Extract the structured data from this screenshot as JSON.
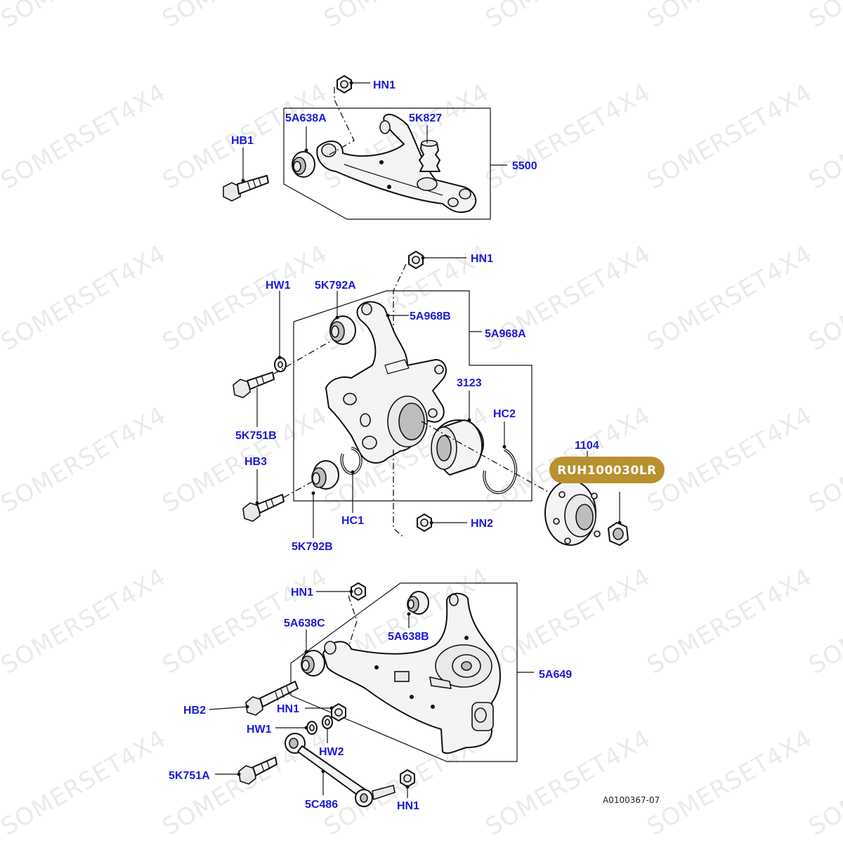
{
  "watermark": "SOMERSET4X4",
  "diagram_code": "A0100367-07",
  "highlight": {
    "part_number": "RUH100030LR",
    "color": "#b8912f"
  },
  "label_color": "#1a1ad6",
  "labels": {
    "hn1_top": "HN1",
    "a5a638a": "5A638A",
    "k5k827": "5K827",
    "hb1": "HB1",
    "p5500": "5500",
    "hn1_mid": "HN1",
    "hw1_mid": "HW1",
    "k5k792a": "5K792A",
    "a5a968b": "5A968B",
    "a5a968a": "5A968A",
    "p3123": "3123",
    "hc2": "HC2",
    "k5k751b": "5K751B",
    "p1104": "1104",
    "hb3": "HB3",
    "hc1": "HC1",
    "hn2": "HN2",
    "k5k792b": "5K792B",
    "hn1_low": "HN1",
    "a5a638c": "5A638C",
    "a5a638b": "5A638B",
    "a5a649": "5A649",
    "hb2": "HB2",
    "hn1_low2": "HN1",
    "hw1_low": "HW1",
    "hw2": "HW2",
    "k5k751a": "5K751A",
    "c5c486": "5C486",
    "hn1_bottom": "HN1"
  }
}
